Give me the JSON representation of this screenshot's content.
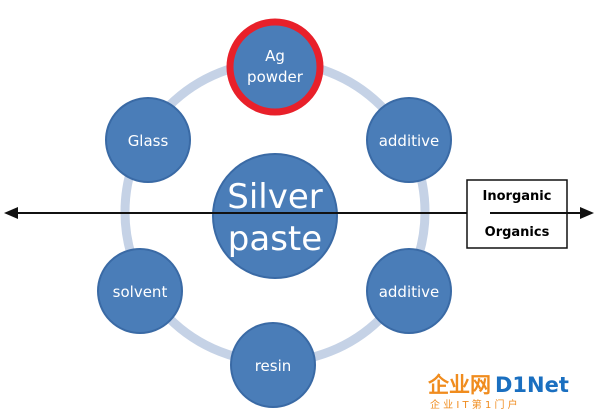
{
  "center": {
    "line1": "Silver",
    "line2": "paste"
  },
  "nodes": [
    {
      "id": "ag-powder",
      "lines": [
        "Ag",
        "powder"
      ],
      "highlighted": true
    },
    {
      "id": "additive-upper",
      "lines": [
        "additive"
      ],
      "highlighted": false
    },
    {
      "id": "additive-lower",
      "lines": [
        "additive"
      ],
      "highlighted": false
    },
    {
      "id": "resin",
      "lines": [
        "resin"
      ],
      "highlighted": false
    },
    {
      "id": "solvent",
      "lines": [
        "solvent"
      ],
      "highlighted": false
    },
    {
      "id": "glass",
      "lines": [
        "Glass"
      ],
      "highlighted": false
    }
  ],
  "legend": {
    "top_label": "Inorganic",
    "bottom_label": "Organics"
  },
  "watermark": {
    "brand_left": "企业网",
    "brand_right": "D1Net",
    "tagline": "企 业 I T 第 1 门 户"
  },
  "colors": {
    "node_fill": "#4a7db8",
    "node_stroke": "#3a6aa5",
    "ring": "#c5d2e6",
    "highlight": "#e8202a",
    "line": "#111111",
    "watermark_orange": "#f08c1e",
    "watermark_blue": "#1a6fc0"
  }
}
